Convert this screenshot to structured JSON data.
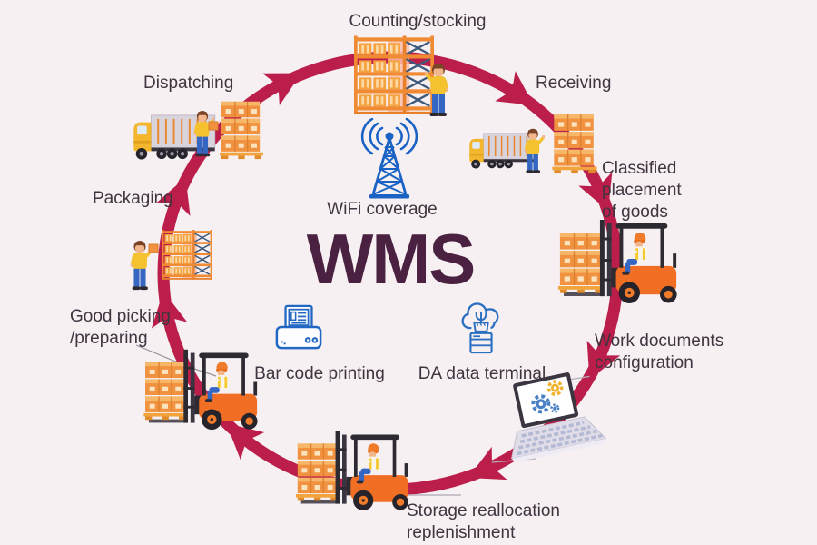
{
  "title": {
    "text": "WMS"
  },
  "center_features": [
    {
      "id": "wifi",
      "label": "WiFi coverage",
      "icon": "wifi-tower-icon"
    },
    {
      "id": "barcode",
      "label": "Bar code printing",
      "icon": "barcode-printer-icon"
    },
    {
      "id": "terminal",
      "label": "DA data terminal",
      "icon": "cloud-data-terminal-icon"
    }
  ],
  "stages": [
    {
      "id": "counting-stocking",
      "label": "Counting/stocking",
      "illustration": "pallet-rack-with-worker"
    },
    {
      "id": "receiving",
      "label": "Receiving",
      "illustration": "truck-worker-pallet"
    },
    {
      "id": "classified-placement",
      "label": "Classified\nplacement\nof goods",
      "illustration": "forklift-with-pallet"
    },
    {
      "id": "work-documents",
      "label": "Work documents\nconfiguration",
      "illustration": "laptop-with-gears"
    },
    {
      "id": "storage-reallocation",
      "label": "Storage reallocation\nreplenishment",
      "illustration": "forklift-with-pallet"
    },
    {
      "id": "good-picking",
      "label": "Good picking\n/preparing",
      "illustration": "forklift-with-pallet"
    },
    {
      "id": "packaging",
      "label": "Packaging",
      "illustration": "worker-at-pallet-rack"
    },
    {
      "id": "dispatching",
      "label": "Dispatching",
      "illustration": "truck-worker-pallet"
    }
  ],
  "cycle": {
    "direction": "clockwise",
    "arrowheads": 8
  },
  "colors": {
    "background": "#f6f0f3",
    "cycle_arrow": "#bc1e4b",
    "title": "#4a2140",
    "label_text": "#3f343f",
    "icon_blue": "#2268c3",
    "tower_blue": "#1a63c5",
    "forklift_orange": "#f06f24",
    "box_orange": "#f0923f",
    "truck_yellow": "#f4b62d",
    "brace_blue": "#3d5a7c",
    "dark_frame": "#2d2a31"
  }
}
